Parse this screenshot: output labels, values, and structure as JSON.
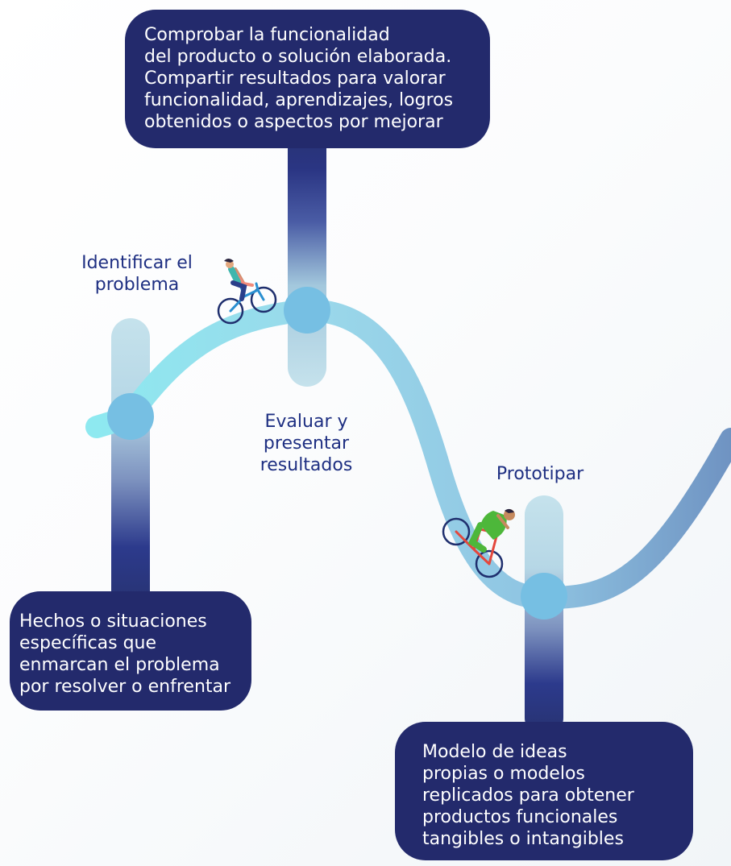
{
  "stages": [
    {
      "id": "evaluate",
      "title": "Evaluar y\npresentar\nresultados",
      "description": "Comprobar la funcionalidad\ndel producto o solución elaborada.\nCompartir resultados para valorar\nfuncionalidad, aprendizajes, logros\nobtenidos o aspectos por mejorar"
    },
    {
      "id": "identify",
      "title": "Identificar el\nproblema",
      "description": "Hechos o situaciones\nespecíficas que\nenmarcan el problema\npor resolver o enfrentar"
    },
    {
      "id": "prototype",
      "title": "Prototipar",
      "description": "Modelo de ideas\npropias o modelos\nreplicados para obtener\nproductos funcionales\ntangibles o intangibles"
    }
  ],
  "icons": [
    "cyclist-woman-icon",
    "cyclist-man-icon"
  ],
  "colors": {
    "box": "#232a6c",
    "label": "#1e2f82",
    "path_start": "#8ee9f0",
    "path_mid": "#93d3e8",
    "path_end": "#6f93c2",
    "node": "#76bfe3",
    "pillar_light": "#c5e2ec",
    "pillar_dark": "#27326f"
  }
}
